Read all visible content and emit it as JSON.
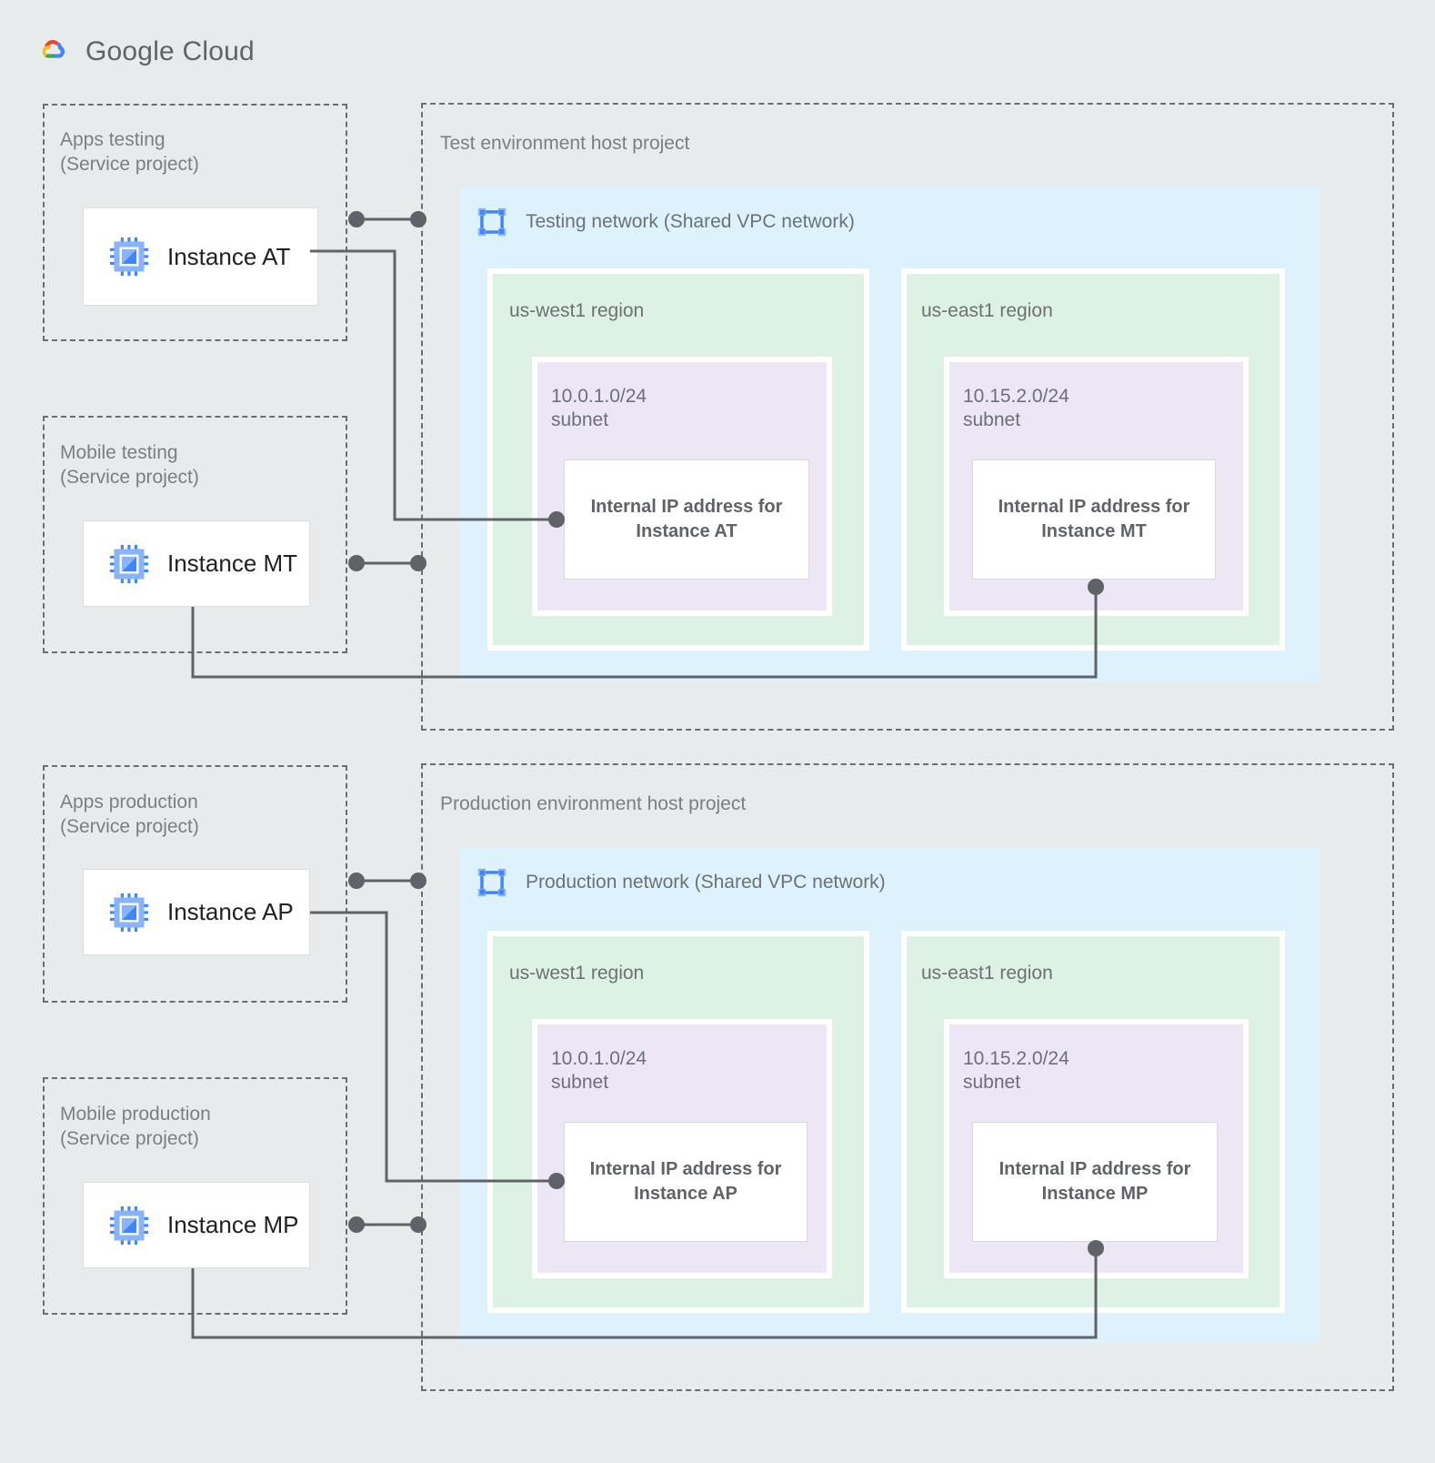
{
  "brand": {
    "name": "Google Cloud",
    "logo_icon": "google-cloud-logo",
    "colors": {
      "red": "#EA4335",
      "yellow": "#FBBC05",
      "green": "#34A853",
      "blue": "#4285F4"
    }
  },
  "palette": {
    "background": "#e8ebec",
    "vpc_network": "#ddf2fd",
    "region": "#ddf1e4",
    "subnet": "#ece6f5",
    "card": "#ffffff",
    "dashed_border": "#6b6e70",
    "connector": "#5f6368",
    "label_text": "#6d7175",
    "instance_text": "#202124",
    "icon_blue": "#4285F4",
    "icon_blue_light": "#8ab4f8"
  },
  "environments": [
    {
      "id": "test",
      "host_project": {
        "label": "Test environment host project",
        "network": {
          "title": "Testing network (Shared VPC network)",
          "icon": "vpc-network-icon",
          "regions": [
            {
              "label": "us-west1 region",
              "subnet": {
                "cidr": "10.0.1.0/24",
                "kind": "subnet",
                "label": "10.0.1.0/24\nsubnet",
                "ip_reservation": "Internal IP address for\nInstance AT"
              }
            },
            {
              "label": "us-east1 region",
              "subnet": {
                "cidr": "10.15.2.0/24",
                "kind": "subnet",
                "label": "10.15.2.0/24\nsubnet",
                "ip_reservation": "Internal IP address for\nInstance MT"
              }
            }
          ]
        }
      },
      "service_projects": [
        {
          "label": "Apps testing\n(Service project)",
          "instance": {
            "name": "Instance AT",
            "icon": "vm-instance-icon"
          }
        },
        {
          "label": "Mobile testing\n(Service project)",
          "instance": {
            "name": "Instance MT",
            "icon": "vm-instance-icon"
          }
        }
      ]
    },
    {
      "id": "production",
      "host_project": {
        "label": "Production environment host project",
        "network": {
          "title": "Production network (Shared VPC network)",
          "icon": "vpc-network-icon",
          "regions": [
            {
              "label": "us-west1 region",
              "subnet": {
                "cidr": "10.0.1.0/24",
                "kind": "subnet",
                "label": "10.0.1.0/24\nsubnet",
                "ip_reservation": "Internal IP address for\nInstance AP"
              }
            },
            {
              "label": "us-east1 region",
              "subnet": {
                "cidr": "10.15.2.0/24",
                "kind": "subnet",
                "label": "10.15.2.0/24\nsubnet",
                "ip_reservation": "Internal IP address for\nInstance MP"
              }
            }
          ]
        }
      },
      "service_projects": [
        {
          "label": "Apps production\n(Service project)",
          "instance": {
            "name": "Instance AP",
            "icon": "vm-instance-icon"
          }
        },
        {
          "label": "Mobile production\n(Service project)",
          "instance": {
            "name": "Instance MP",
            "icon": "vm-instance-icon"
          }
        }
      ]
    }
  ]
}
